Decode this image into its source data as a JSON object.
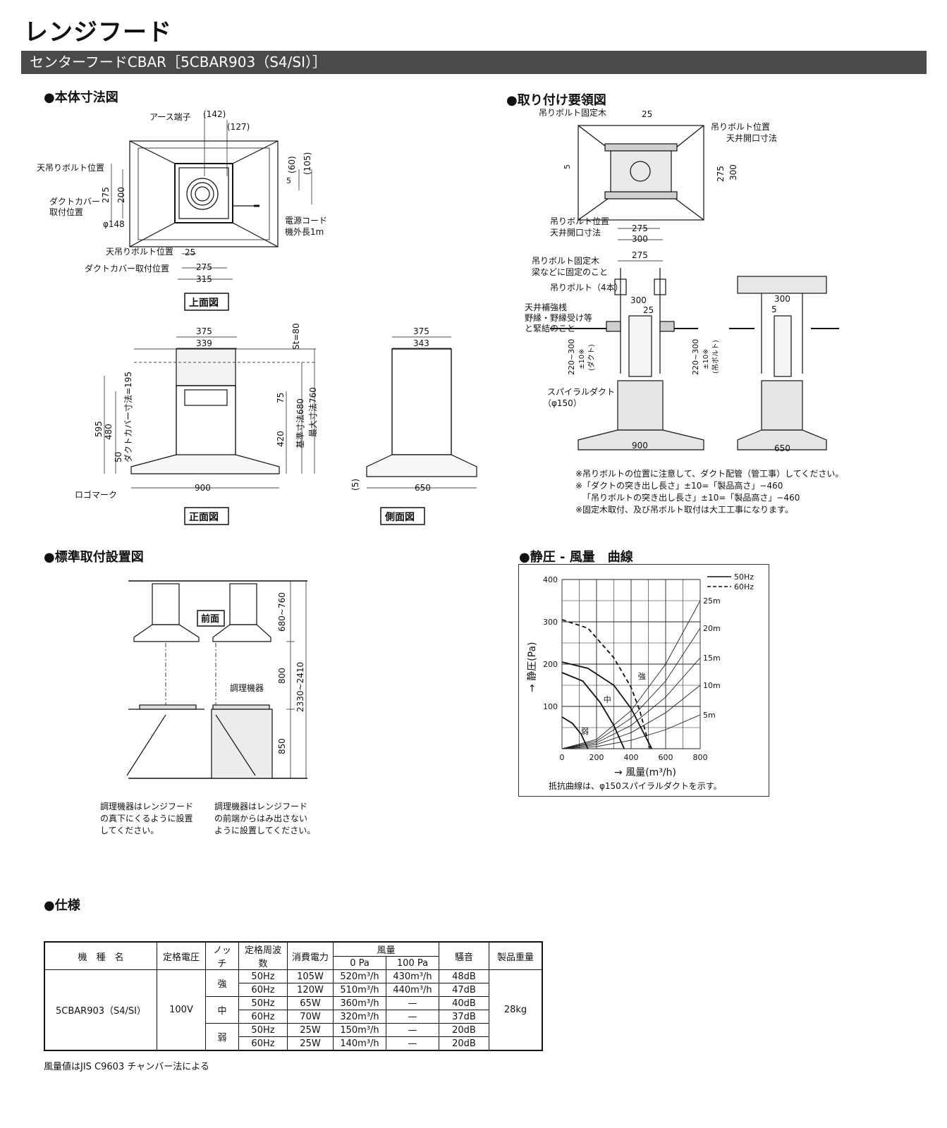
{
  "page_title": "レンジフード",
  "product_bar": "センターフードCBAR［5CBAR903（S4/SI）］",
  "sections": {
    "body_dimensions": "●本体寸法図",
    "install_guide": "●取り付け要領図",
    "standard_install": "●標準取付設置図",
    "pressure_curve": "●静圧 - 風量　曲線",
    "spec": "●仕様"
  },
  "top_view": {
    "caption": "上面図",
    "labels": {
      "earth": "アース端子",
      "d142": "(142)",
      "d127": "(127)",
      "d60": "(60)",
      "d105": "(105)",
      "ceiling_bolt": "天吊りボルト位置",
      "duct_cover": "ダクトカバー",
      "duct_cover2": "取付位置",
      "d275v": "275",
      "d200v": "200",
      "d5": "5",
      "phi148": "φ148",
      "power_cord": "電源コード",
      "power_cord2": "機外長1m",
      "ceiling_bolt2": "天吊りボルト位置",
      "d25": "25",
      "duct_cover_pos": "ダクトカバー取付位置",
      "d275h": "275",
      "d315h": "315"
    }
  },
  "front_view": {
    "caption": "正面図",
    "labels": {
      "d375": "375",
      "d339": "339",
      "st80": "St=80",
      "d595": "595",
      "d480": "480",
      "d50": "50",
      "duct_cover_dim": "ダクトカバー寸法=195",
      "d75": "75",
      "d420": "420",
      "std680": "基準寸法680",
      "max760": "最大寸法760",
      "logo": "ロゴマーク",
      "d900": "900"
    }
  },
  "side_view": {
    "caption": "側面図",
    "labels": {
      "d375": "375",
      "d343": "343",
      "d5": "(5)",
      "d650": "650"
    }
  },
  "install_view": {
    "labels": {
      "bolt_wood": "吊りボルト固定木",
      "d25": "25",
      "bolt_pos": "吊りボルト位置",
      "ceiling_open": "天井開口寸法",
      "d5": "5",
      "d275v": "275",
      "d300v": "300",
      "bolt_pos2": "吊りボルト位置",
      "ceiling_open2": "天井開口寸法",
      "d275h": "275",
      "d300h": "300",
      "top275": "275",
      "bolt_wood2": "吊りボルト固定木",
      "beam": "梁などに固定のこと",
      "bolt4": "吊りボルト（4本）",
      "d300": "300",
      "d25b": "25",
      "reinforce": "天井補強桟",
      "reinforce2": "野縁・野縁受け等",
      "reinforce3": "と緊結のこと",
      "range1": "220~300",
      "range1b": "±10※",
      "range1c": "(ダクト)",
      "range2": "220~300",
      "range2b": "±10※",
      "range2c": "(吊ボルト)",
      "spiral": "スパイラルダクト",
      "spiral2": "（φ150）",
      "w900": "900",
      "r300": "300",
      "r5": "5",
      "w650": "650"
    },
    "notes": [
      "※吊りボルトの位置に注意して、ダクト配管（管工事）してください。",
      "※「ダクトの突き出し長さ」±10=「製品高さ」−460",
      "「吊りボルトの突き出し長さ」±10=「製品高さ」−460",
      "※固定木取付、及び吊ボルト取付は大工工事になります。"
    ]
  },
  "standard_view": {
    "labels": {
      "front": "前面",
      "cooker": "調理機器",
      "d680": "680~760",
      "d800": "800",
      "d850": "850",
      "d2330": "2330~2410"
    },
    "note_left": [
      "調理機器はレンジフード",
      "の真下にくるように設置",
      "してください。"
    ],
    "note_right": [
      "調理機器はレンジフード",
      "の前端からはみ出さない",
      "ように設置してください。"
    ]
  },
  "chart_data": {
    "type": "line",
    "xlabel": "風量(m³/h)",
    "ylabel": "静圧(Pa)",
    "xlim": [
      0,
      800
    ],
    "ylim": [
      0,
      400
    ],
    "x_ticks": [
      "0",
      "200",
      "400",
      "600",
      "800"
    ],
    "y_ticks": [
      "400",
      "300",
      "200",
      "100"
    ],
    "grid": true,
    "legend": [
      "50Hz",
      "60Hz"
    ],
    "legend_placement": "top-right",
    "series": [
      {
        "name": "50Hz",
        "label": "強",
        "x": [
          0,
          150,
          300,
          400,
          450,
          520
        ],
        "y": [
          205,
          190,
          150,
          95,
          55,
          0
        ]
      },
      {
        "name": "60Hz",
        "label": "強",
        "x": [
          0,
          150,
          300,
          400,
          450,
          510
        ],
        "y": [
          305,
          285,
          215,
          145,
          90,
          0
        ]
      },
      {
        "name": "50Hz",
        "label": "中",
        "x": [
          0,
          120,
          220,
          300,
          360
        ],
        "y": [
          180,
          160,
          110,
          55,
          0
        ]
      },
      {
        "name": "50Hz",
        "label": "弱",
        "x": [
          0,
          60,
          110,
          150
        ],
        "y": [
          75,
          60,
          35,
          0
        ]
      }
    ],
    "resistance_curves": [
      {
        "label": "25m",
        "x": [
          0,
          200,
          400,
          600,
          800
        ],
        "y": [
          0,
          22,
          90,
          200,
          350
        ]
      },
      {
        "label": "20m",
        "x": [
          0,
          200,
          400,
          600,
          800
        ],
        "y": [
          0,
          18,
          72,
          160,
          285
        ]
      },
      {
        "label": "15m",
        "x": [
          0,
          200,
          400,
          600,
          800
        ],
        "y": [
          0,
          14,
          55,
          122,
          215
        ]
      },
      {
        "label": "10m",
        "x": [
          0,
          200,
          400,
          600,
          800
        ],
        "y": [
          0,
          10,
          38,
          85,
          150
        ]
      },
      {
        "label": "5m",
        "x": [
          0,
          200,
          400,
          600,
          800
        ],
        "y": [
          0,
          5,
          20,
          45,
          80
        ]
      }
    ],
    "modes": [
      "強",
      "中",
      "弱"
    ],
    "note": "抵抗曲線は、φ150スパイラルダクトを示す。"
  },
  "spec": {
    "headers": {
      "model": "機　種　名",
      "voltage": "定格電圧",
      "notch": "ノッチ",
      "freq": "定格周波数",
      "power": "消費電力",
      "airflow": "風量",
      "pa0": "0 Pa",
      "pa100": "100 Pa",
      "noise": "騒音",
      "weight": "製品重量"
    },
    "model": "5CBAR903（S4/SI）",
    "voltage": "100V",
    "weight": "28kg",
    "notch_groups": [
      {
        "notch": "強",
        "rows": [
          {
            "freq": "50Hz",
            "power": "105W",
            "pa0": "520m³/h",
            "pa100": "430m³/h",
            "noise": "48dB"
          },
          {
            "freq": "60Hz",
            "power": "120W",
            "pa0": "510m³/h",
            "pa100": "440m³/h",
            "noise": "47dB"
          }
        ]
      },
      {
        "notch": "中",
        "rows": [
          {
            "freq": "50Hz",
            "power": "65W",
            "pa0": "360m³/h",
            "pa100": "—",
            "noise": "40dB"
          },
          {
            "freq": "60Hz",
            "power": "70W",
            "pa0": "320m³/h",
            "pa100": "—",
            "noise": "37dB"
          }
        ]
      },
      {
        "notch": "弱",
        "rows": [
          {
            "freq": "50Hz",
            "power": "25W",
            "pa0": "150m³/h",
            "pa100": "—",
            "noise": "20dB"
          },
          {
            "freq": "60Hz",
            "power": "25W",
            "pa0": "140m³/h",
            "pa100": "—",
            "noise": "20dB"
          }
        ]
      }
    ],
    "footnote": "風量値はJIS C9603 チャンバー法による"
  }
}
